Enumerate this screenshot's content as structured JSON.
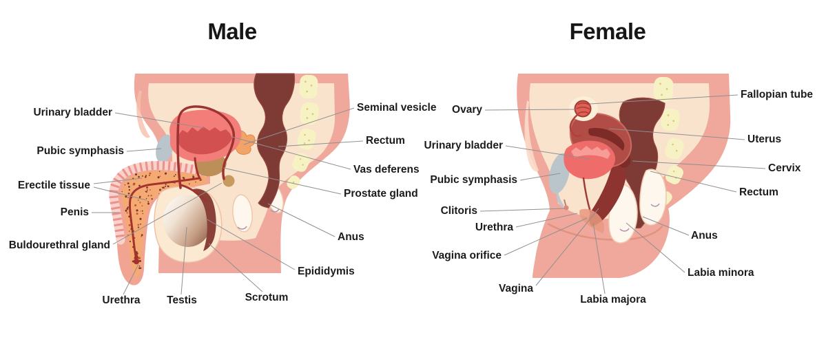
{
  "male": {
    "title": "Male",
    "labels": {
      "urinary_bladder": "Urinary bladder",
      "pubic_symphasis": "Pubic symphasis",
      "erectile_tissue": "Erectile tissue",
      "penis": "Penis",
      "buldourethral_gland": "Buldourethral gland",
      "urethra": "Urethra",
      "testis": "Testis",
      "scrotum": "Scrotum",
      "seminal_vesicle": "Seminal vesicle",
      "rectum": "Rectum",
      "vas_deferens": "Vas deferens",
      "prostate_gland": "Prostate gland",
      "anus": "Anus",
      "epididymis": "Epididymis"
    }
  },
  "female": {
    "title": "Female",
    "labels": {
      "ovary": "Ovary",
      "urinary_bladder": "Urinary bladder",
      "pubic_symphasis": "Pubic symphasis",
      "clitoris": "Clitoris",
      "urethra": "Urethra",
      "vagina_orifice": "Vagina orifice",
      "vagina": "Vagina",
      "labia_majora": "Labia majora",
      "fallopian_tube": "Fallopian tube",
      "uterus": "Uterus",
      "cervix": "Cervix",
      "rectum": "Rectum",
      "anus": "Anus",
      "labia_minora": "Labia minora"
    }
  },
  "colors": {
    "background": "#ffffff",
    "skin_outline": "#efa89b",
    "skin_inner": "#fae3cc",
    "bladder_pink": "#f37e79",
    "bladder_red": "#d25150",
    "rectum_maroon": "#7e3b36",
    "uterus_red": "#b14c46",
    "prostate_tan": "#bc8f58",
    "seminal_orange": "#f2a368",
    "bone_gray": "#b9c4cb",
    "vertebra_yellow": "#f7f2c3",
    "erectile_orange": "#f5aa74",
    "label_text": "#1b1b1b",
    "leader_line": "#8f8f8f"
  }
}
